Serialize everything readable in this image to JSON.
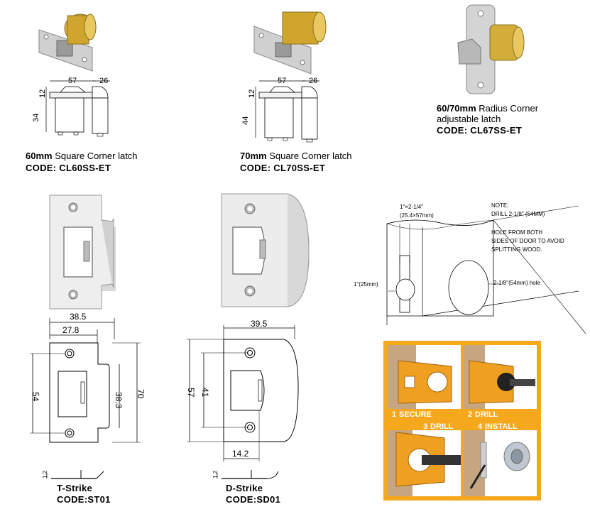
{
  "products": [
    {
      "size": "60mm",
      "name": " Square Corner latch",
      "code": "CODE: CL60SS-ET",
      "dims": {
        "width": "57",
        "side": "26",
        "top": "12",
        "height": "34"
      }
    },
    {
      "size": "70mm",
      "name": " Square Corner latch",
      "code": "CODE: CL70SS-ET",
      "dims": {
        "width": "57",
        "side": "26",
        "top": "12",
        "height": "44"
      }
    },
    {
      "size": "60/70mm",
      "name_line1": " Radius Corner",
      "name_line2": "adjustable latch",
      "code": "CODE: CL67SS-ET"
    }
  ],
  "strikes": [
    {
      "name": "T-Strike",
      "code": "CODE:ST01",
      "dims": {
        "overall_width": "38.5",
        "plate_width": "27.8",
        "hole_span": "54",
        "lip_height": "38.3",
        "height": "70",
        "thickness": "1.2"
      }
    },
    {
      "name": "D-Strike",
      "code": "CODE:SD01",
      "dims": {
        "overall_width": "39.5",
        "plate_height": "57",
        "hole_span": "41",
        "opening_offset": "14.2",
        "thickness": "1.2"
      }
    }
  ],
  "installation": {
    "edge_bore": "1\"×2-1/4\"",
    "edge_bore_mm": "(25.4×57mm)",
    "bore_dia": "1\"(25mm)",
    "hole_dia": "2-1/8\"(54mm) hole",
    "note_title": "NOTE:",
    "note_drill": "DRILL 2-1/8\" (54MM)",
    "note_hole_l1": "HOLE FROM BOTH",
    "note_hole_l2": "SIDES OF DOOR TO AVOID",
    "note_hole_l3": "SPLITTING WOOD.",
    "steps": [
      {
        "num": "1",
        "label": "SECURE"
      },
      {
        "num": "2",
        "label": "DRILL"
      },
      {
        "num": "3",
        "label": "DRILL"
      },
      {
        "num": "4",
        "label": "INSTALL"
      }
    ]
  },
  "colors": {
    "panel_bg": "#f5a81c",
    "frame": "#f0a020",
    "brass": "#d8b040",
    "steel": "#c8c8c8"
  }
}
